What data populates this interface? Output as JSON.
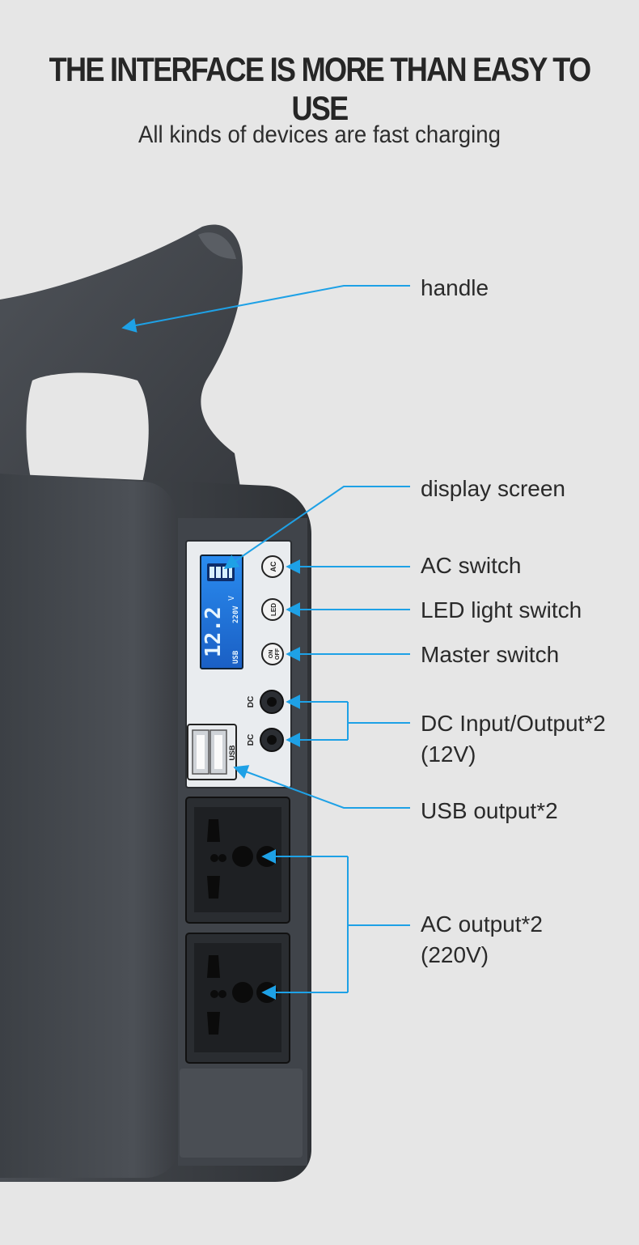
{
  "header": {
    "title": "THE INTERFACE IS MORE THAN EASY TO USE",
    "subtitle": "All kinds of devices are fast charging"
  },
  "callouts": {
    "handle": "handle",
    "display": "display screen",
    "ac_switch": "AC switch",
    "led_switch": "LED light switch",
    "master_switch": "Master switch",
    "dc_line1": "DC Input/Output*2",
    "dc_line2": "(12V)",
    "usb": "USB output*2",
    "ac_out_line1": "AC output*2",
    "ac_out_line2": "(220V)"
  },
  "panel": {
    "button_ac": "AC",
    "button_led": "LED",
    "button_on": "ON",
    "button_off": "OFF",
    "dc_label_1": "DC",
    "dc_label_2": "DC",
    "usb_label": "USB",
    "display_reading": "12.2",
    "display_unit": "V",
    "display_usb": "USB",
    "display_voltage": "220V"
  },
  "colors": {
    "background": "#e6e6e6",
    "body": "#4b4f54",
    "accent_line": "#1ea1e6",
    "display": "#1a73d9"
  }
}
